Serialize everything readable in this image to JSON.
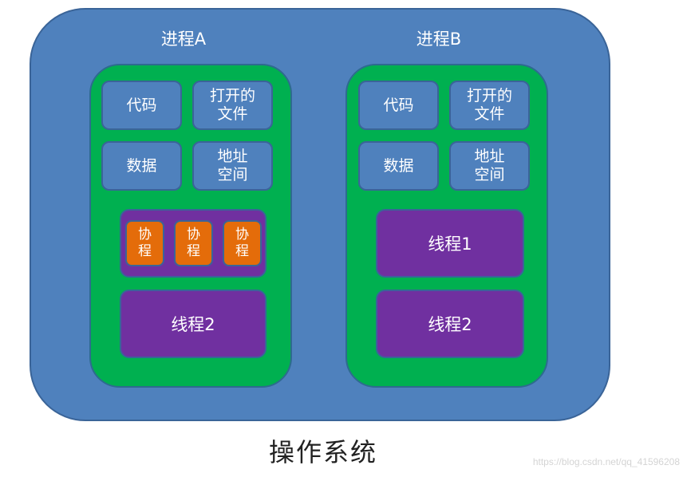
{
  "diagram": {
    "os_label": "操作系统",
    "watermark": "https://blog.csdn.net/qq_41596208",
    "process_a": {
      "title": "进程A",
      "resources": {
        "code": "代码",
        "open_files": "打开的\n文件",
        "data": "数据",
        "address_space": "地址\n空间"
      },
      "coroutines": [
        "协\n程",
        "协\n程",
        "协\n程"
      ],
      "thread": "线程2"
    },
    "process_b": {
      "title": "进程B",
      "resources": {
        "code": "代码",
        "open_files": "打开的\n文件",
        "data": "数据",
        "address_space": "地址\n空间"
      },
      "threads": [
        "线程1",
        "线程2"
      ]
    }
  },
  "colors": {
    "os": "#4f81bd",
    "process": "#00b050",
    "resource": "#4f81bd",
    "thread": "#7030a0",
    "coroutine": "#e46c0a"
  }
}
